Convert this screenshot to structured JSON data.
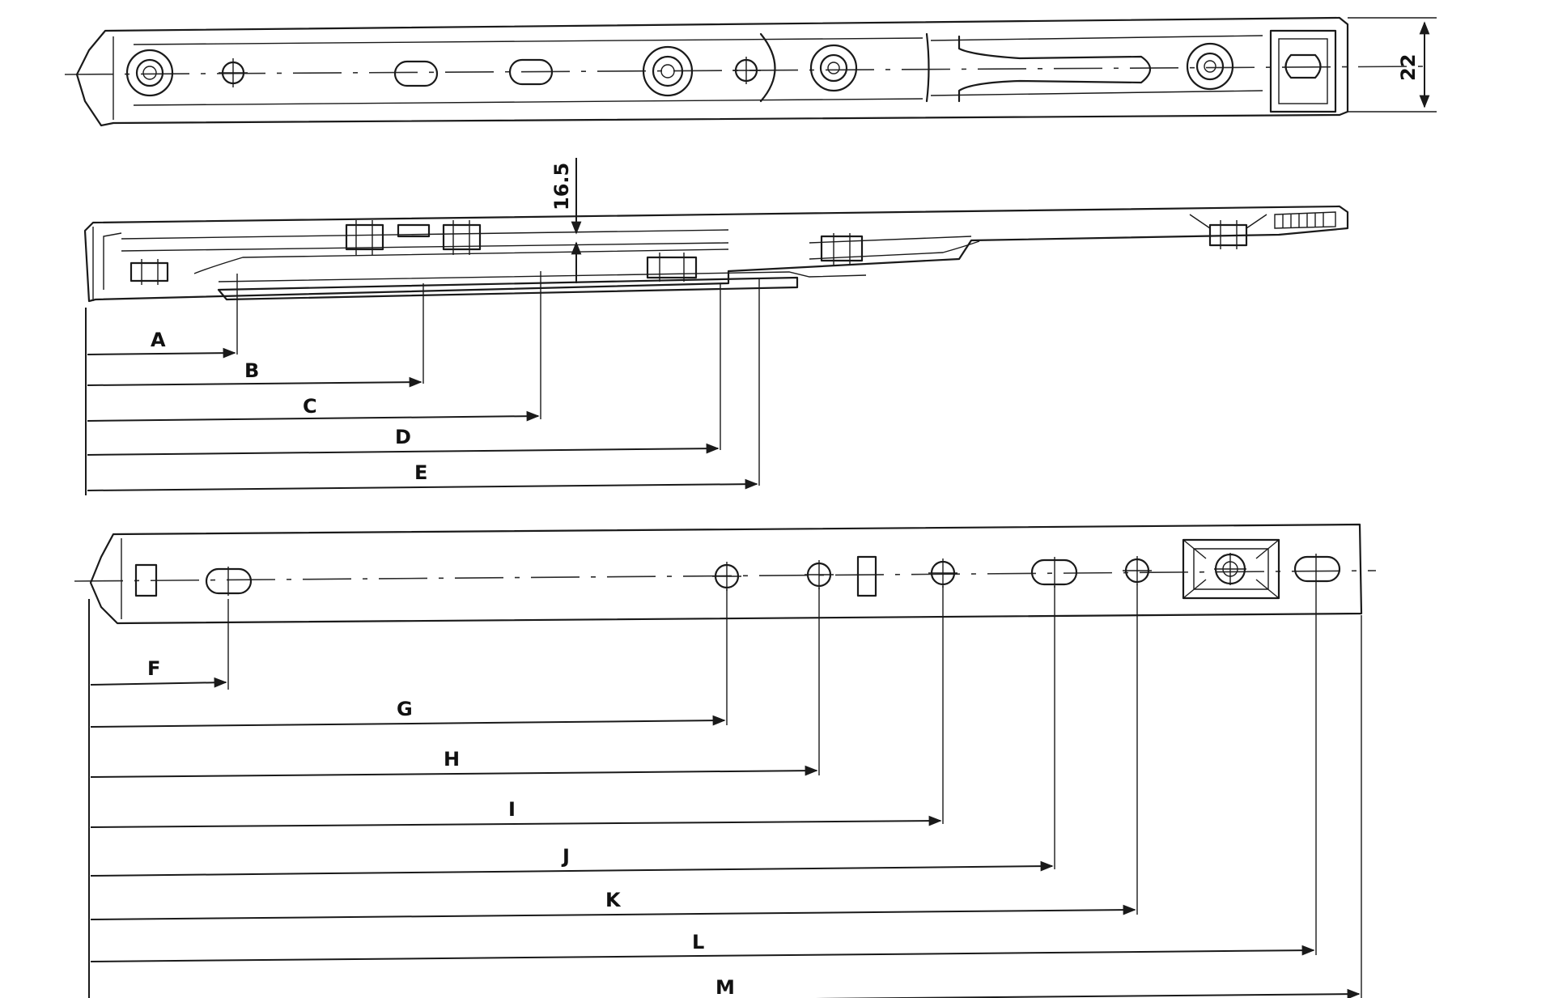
{
  "top_view": {
    "width_dimension": "22"
  },
  "side_view": {
    "height_dimension": "16.5",
    "dimensions": [
      {
        "label": "A"
      },
      {
        "label": "B"
      },
      {
        "label": "C"
      },
      {
        "label": "D"
      },
      {
        "label": "E"
      }
    ]
  },
  "bottom_view": {
    "dimensions": [
      {
        "label": "F"
      },
      {
        "label": "G"
      },
      {
        "label": "H"
      },
      {
        "label": "I"
      },
      {
        "label": "J"
      },
      {
        "label": "K"
      },
      {
        "label": "L"
      },
      {
        "label": "M"
      }
    ]
  }
}
